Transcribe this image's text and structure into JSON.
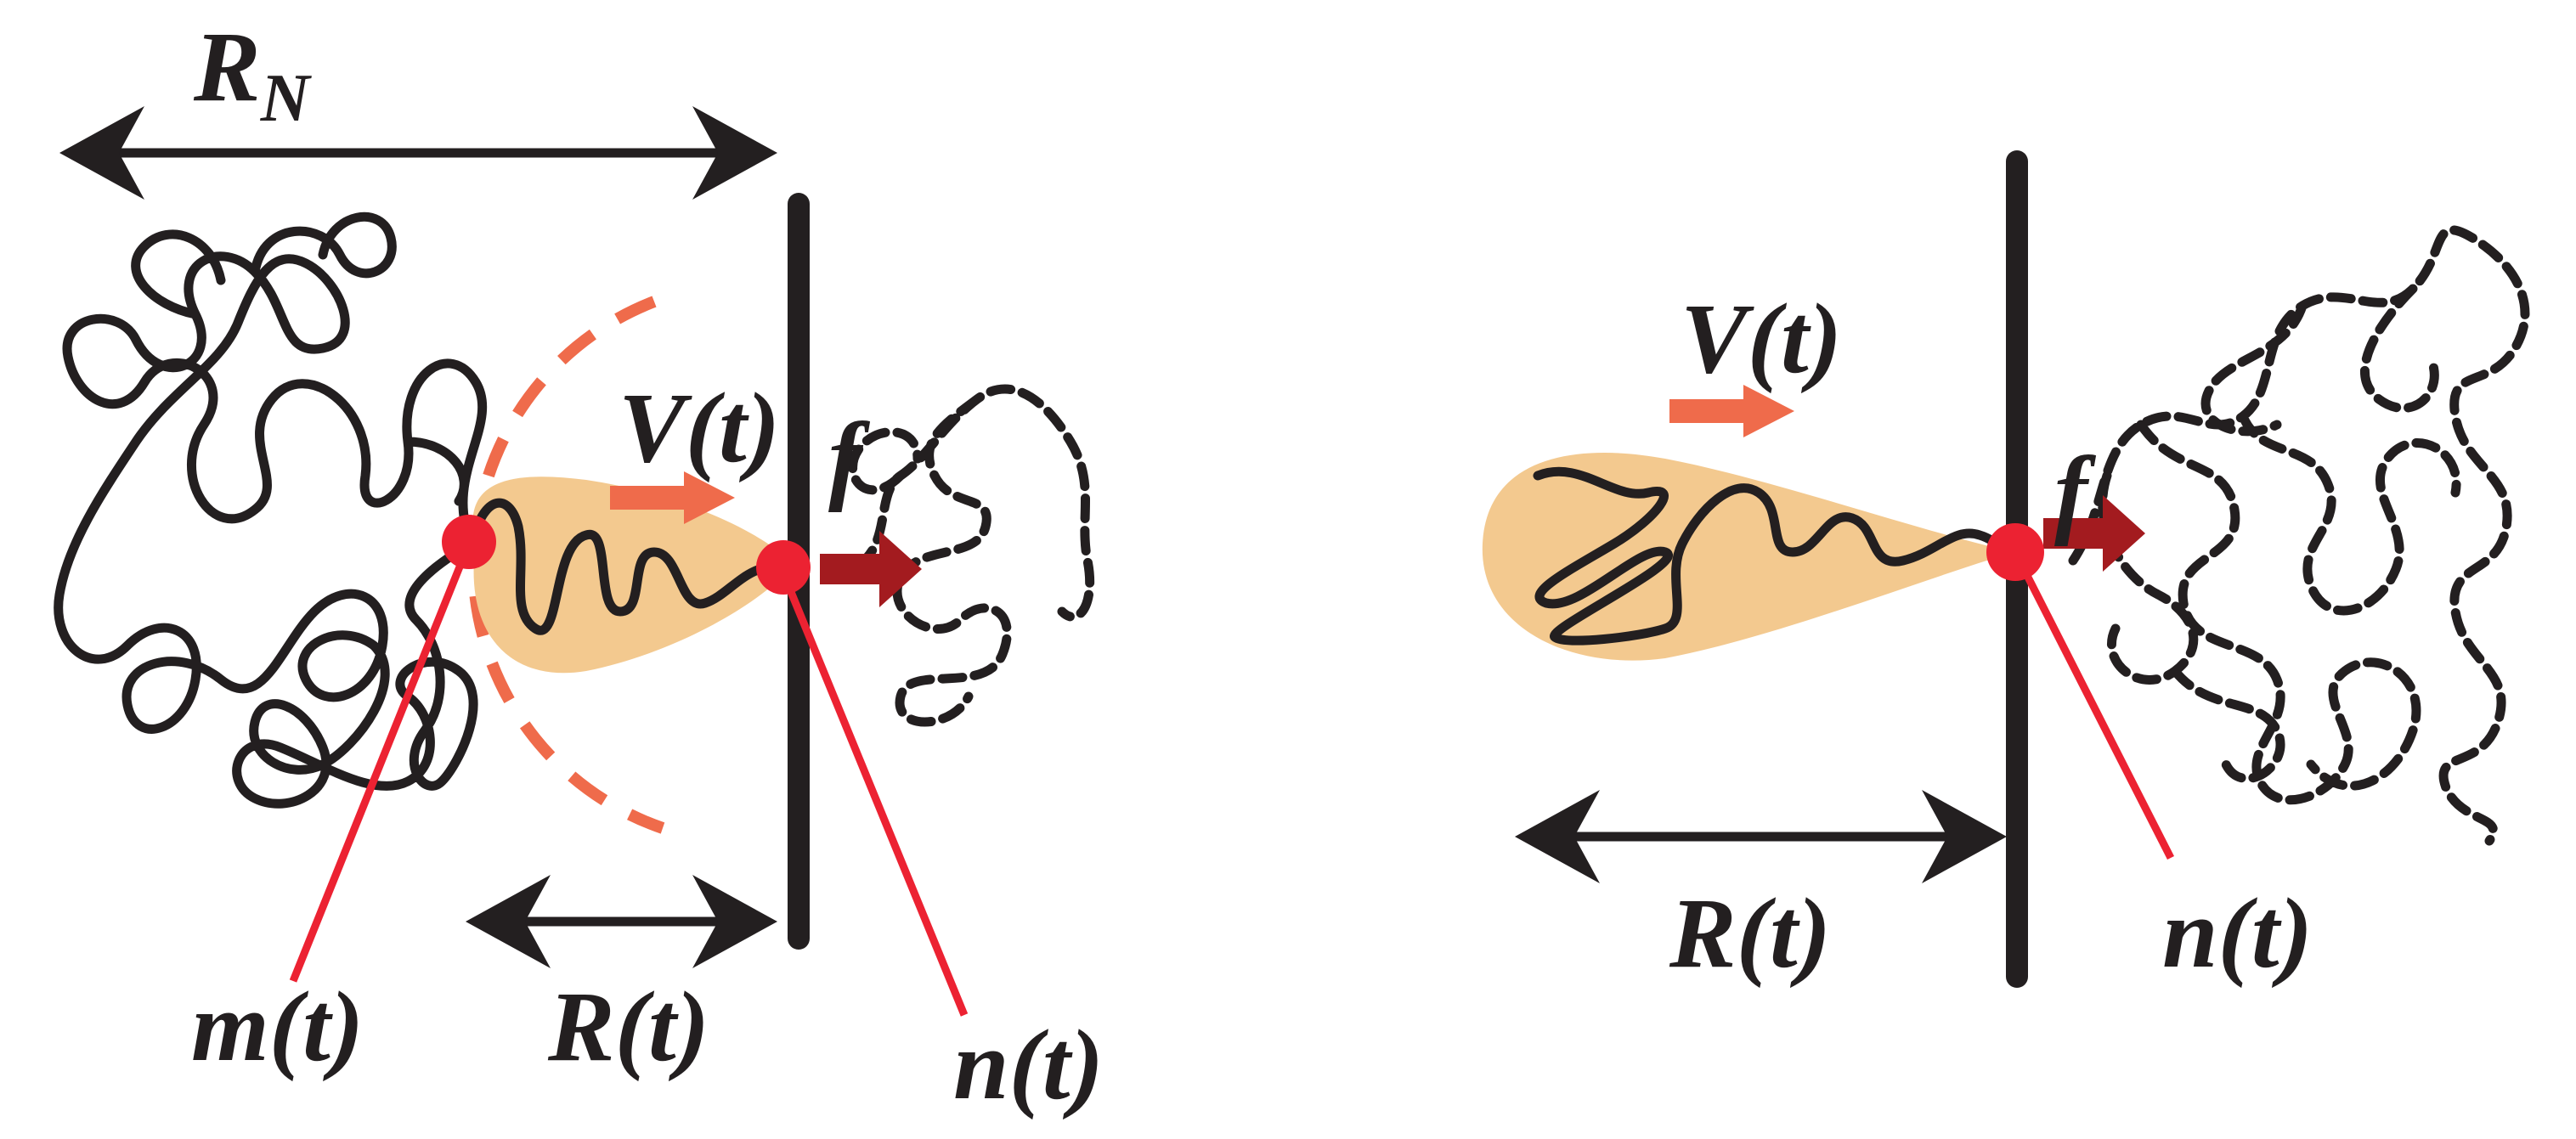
{
  "colors": {
    "chain": "#231f20",
    "wall": "#231f20",
    "blob": "#f3c98f",
    "monomer": "#ec2232",
    "velocity_arrow": "#ef6b4b",
    "force_arrow": "#a31b1f",
    "pointer_line": "#ec2232",
    "dashed_circle": "#ef6b4b"
  },
  "left_panel": {
    "rn_label": "R",
    "rn_subscript": "N",
    "velocity_label": "V(t)",
    "force_label": "f",
    "distance_label": "R(t)",
    "m_label": "m(t)",
    "n_label": "n(t)"
  },
  "right_panel": {
    "velocity_label": "V(t)",
    "force_label": "f",
    "distance_label": "R(t)",
    "n_label": "n(t)"
  }
}
